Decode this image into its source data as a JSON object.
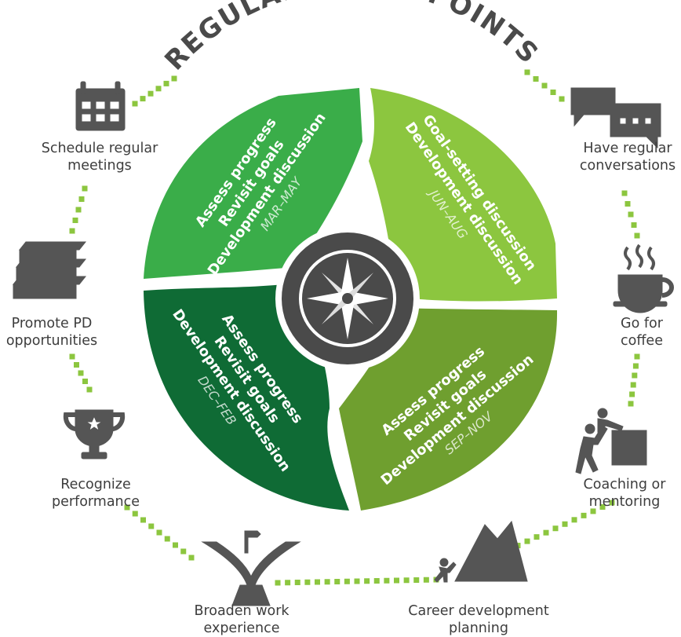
{
  "title": "REGULAR TOUCHPOINTS",
  "colors": {
    "q_mar_may": "#3aad49",
    "q_jun_aug": "#8cc63f",
    "q_sep_nov": "#6f9f2f",
    "q_dec_feb": "#0f6b35",
    "dots": "#8cc63f",
    "icon": "#555555",
    "hub": "#4a4a4a"
  },
  "quadrants": {
    "mar_may": {
      "lines": [
        "Assess progress",
        "Revisit goals",
        "Development discussion"
      ],
      "months": "MAR–MAY"
    },
    "jun_aug": {
      "lines": [
        "Goal-setting discussion",
        "Development discussion"
      ],
      "months": "JUN–AUG"
    },
    "sep_nov": {
      "lines": [
        "Assess progress",
        "Revisit goals",
        "Development discussion"
      ],
      "months": "SEP–NOV"
    },
    "dec_feb": {
      "lines": [
        "Assess progress",
        "Revisit goals",
        "Development discussion"
      ],
      "months": "DEC–FEB"
    }
  },
  "touchpoints": [
    {
      "id": "schedule",
      "icon": "calendar-icon",
      "lines": [
        "Schedule regular",
        "meetings"
      ]
    },
    {
      "id": "conversations",
      "icon": "speech-bubbles-icon",
      "lines": [
        "Have regular",
        "conversations"
      ]
    },
    {
      "id": "pd",
      "icon": "books-icon",
      "lines": [
        "Promote PD",
        "opportunities"
      ]
    },
    {
      "id": "coffee",
      "icon": "coffee-cup-icon",
      "lines": [
        "Go for",
        "coffee"
      ]
    },
    {
      "id": "recognize",
      "icon": "trophy-icon",
      "lines": [
        "Recognize",
        "performance"
      ]
    },
    {
      "id": "coaching",
      "icon": "coaching-icon",
      "lines": [
        "Coaching or",
        "mentoring"
      ]
    },
    {
      "id": "broaden",
      "icon": "road-fork-icon",
      "lines": [
        "Broaden work",
        "experience"
      ]
    },
    {
      "id": "career",
      "icon": "mountain-climber-icon",
      "lines": [
        "Career development",
        "planning"
      ]
    }
  ]
}
